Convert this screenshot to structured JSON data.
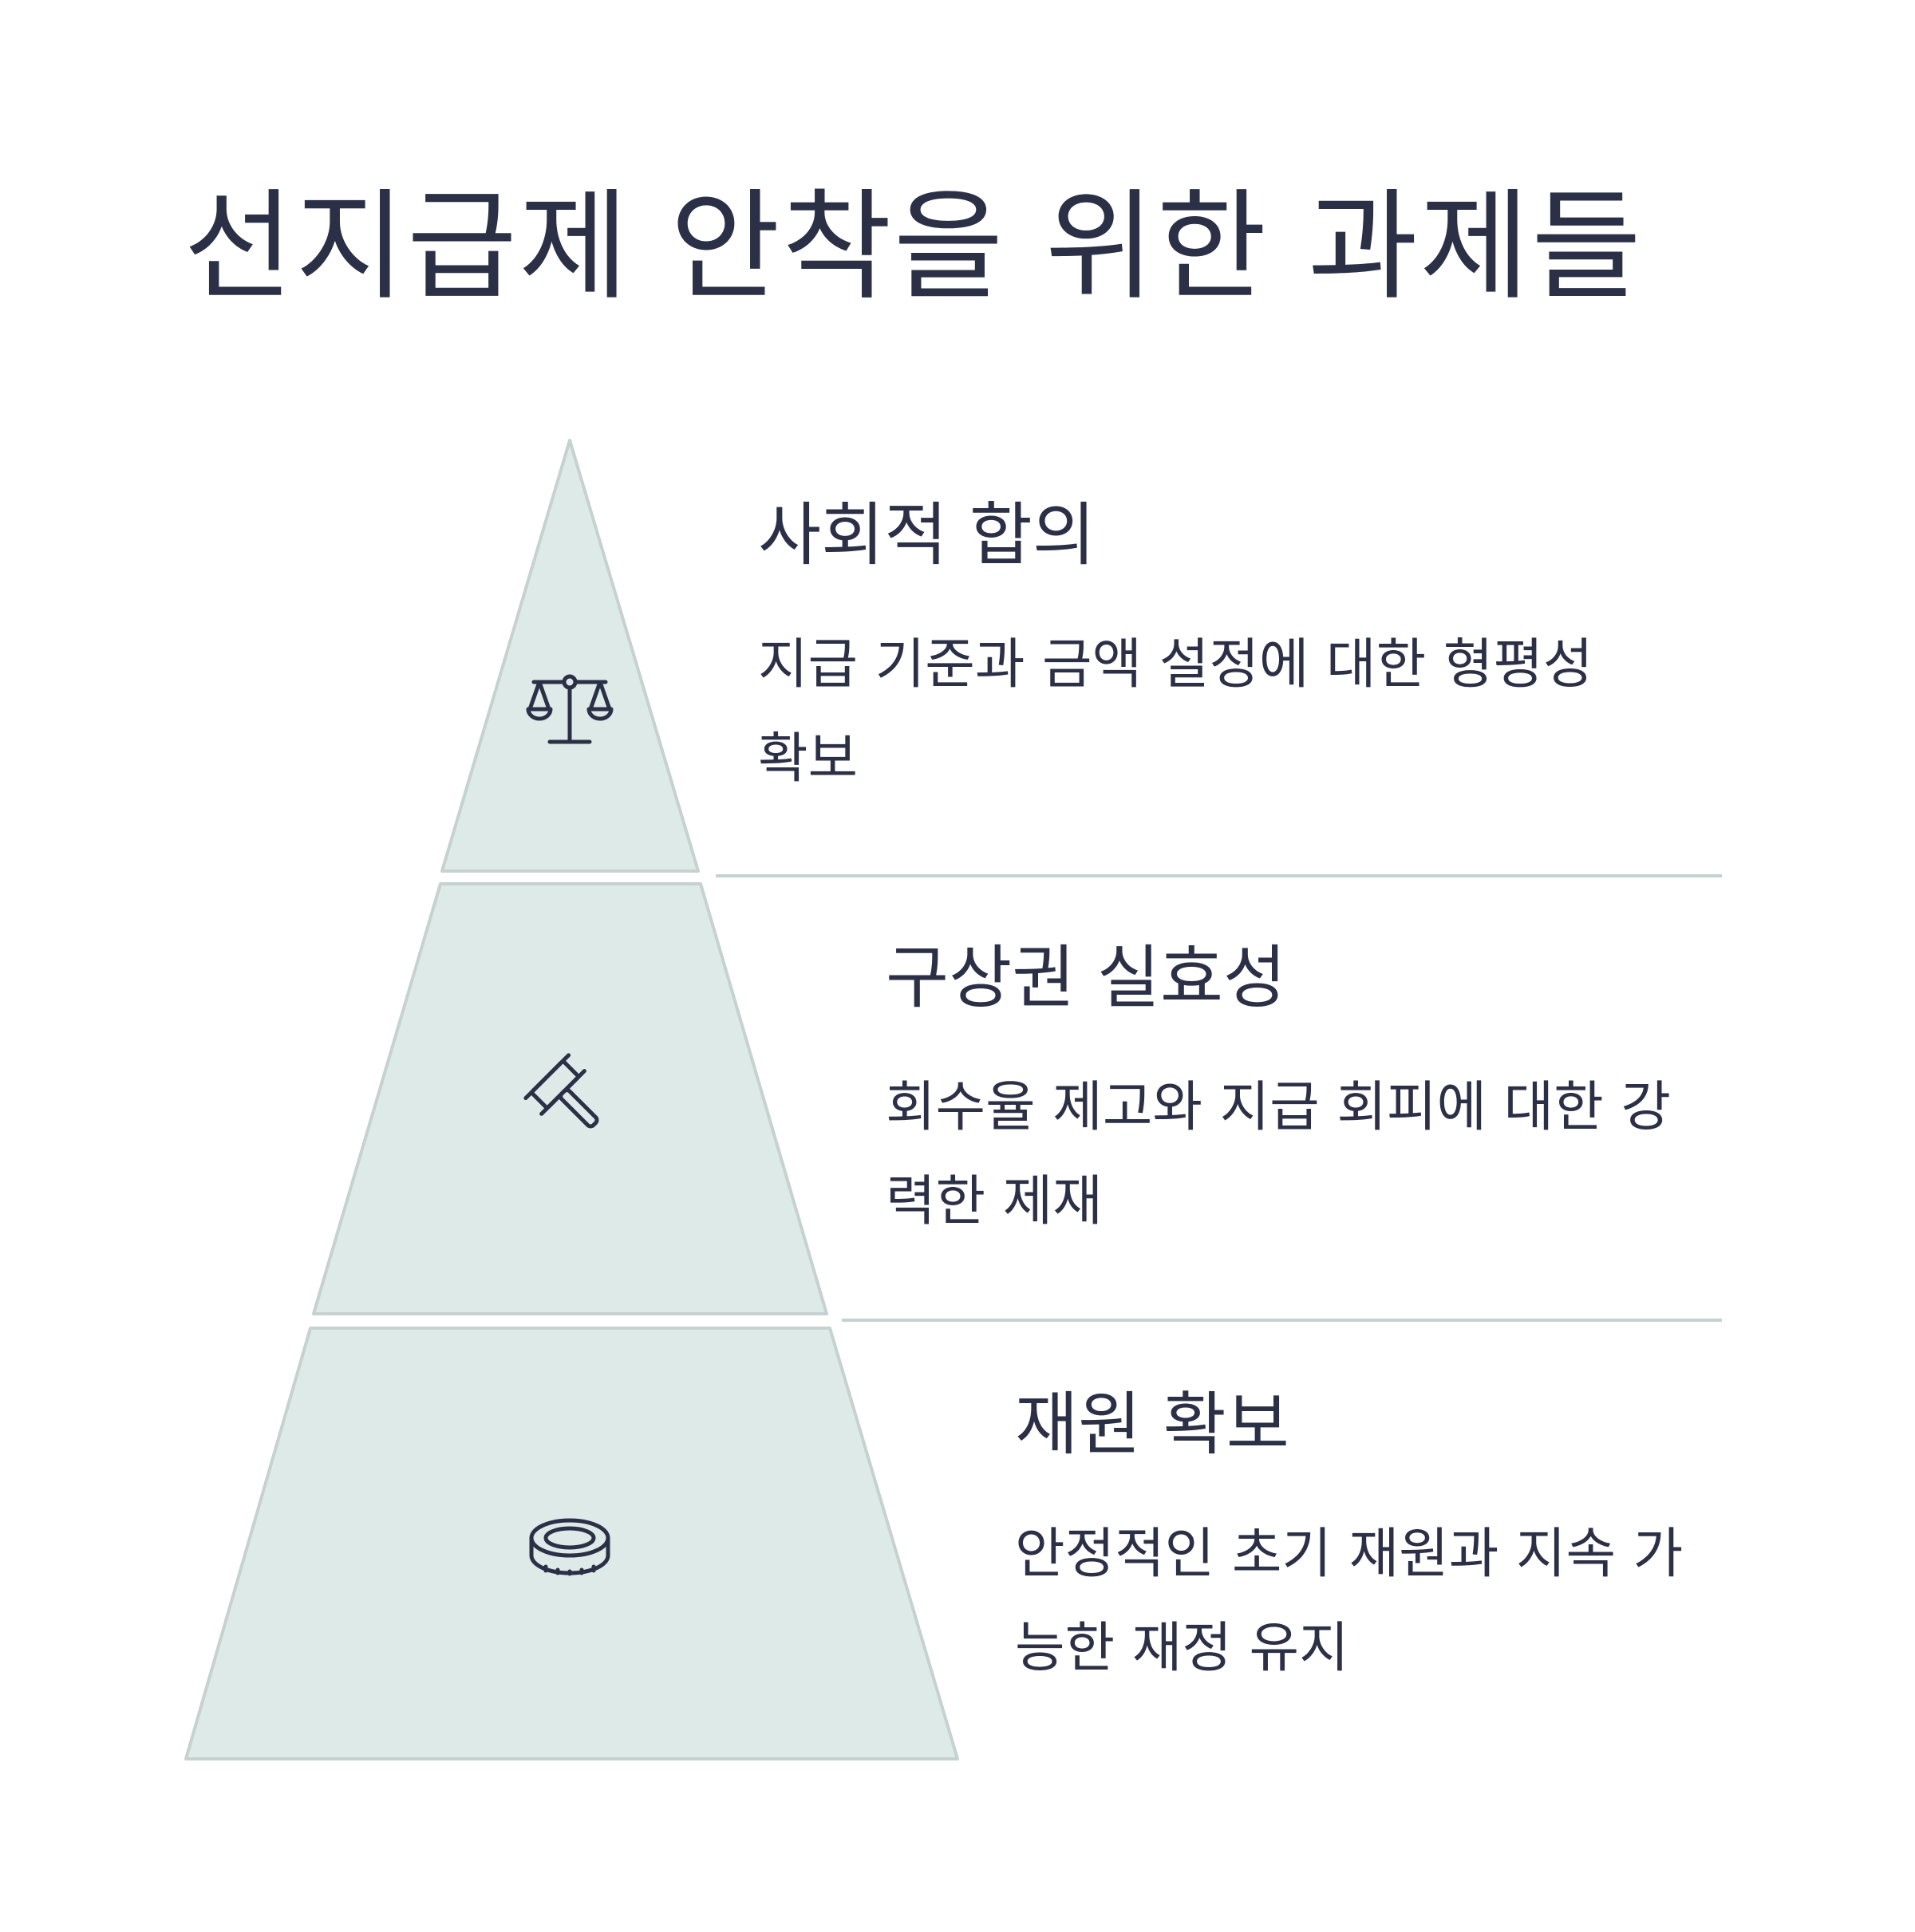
{
  "title": "선지급제 안착을 위한 과제들",
  "colors": {
    "text": "#2b3047",
    "tier_fill": "#deeae8",
    "tier_stroke": "#c5d2cf",
    "divider": "#c5d2cf",
    "icon": "#2b3047"
  },
  "tiers": [
    {
      "heading": "사회적 합의",
      "description": "지급 기준과 금액 설정에 대한 형평성 확보",
      "icon": "scale-icon"
    },
    {
      "heading": "구상권 실효성",
      "description": "회수율 제고와 지급 회피에 대한 강력한 제재",
      "icon": "gavel-icon"
    },
    {
      "heading": "재원 확보",
      "description": "안정적인 초기 재원과 지속 가능한 재정 유지",
      "icon": "coin-icon"
    }
  ]
}
